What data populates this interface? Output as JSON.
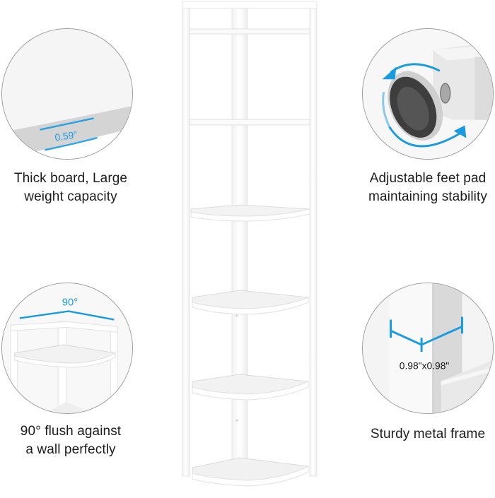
{
  "features": [
    {
      "id": "thick-board",
      "caption_line1": "Thick board, Large",
      "caption_line2": "weight capacity",
      "measurement": "0.59\"",
      "icon": "board-thickness-icon"
    },
    {
      "id": "adjustable-feet",
      "caption_line1": "Adjustable feet pad",
      "caption_line2": "maintaining stability",
      "icon": "rotate-arrows-icon"
    },
    {
      "id": "flush-wall",
      "caption_line1": "90° flush against",
      "caption_line2": "a wall perfectly",
      "measurement": "90°",
      "icon": "corner-angle-icon"
    },
    {
      "id": "metal-frame",
      "caption_line1": "Sturdy metal frame",
      "caption_line2": "",
      "measurement": "0.98\"x0.98\"",
      "icon": "frame-dimension-icon"
    }
  ],
  "product": {
    "name": "corner shelf",
    "shelf_count": 6,
    "color": "#ffffff"
  },
  "colors": {
    "accent_blue": "#1a9be0",
    "circle_border": "#9a9a9a",
    "text": "#1c1c1c",
    "background": "#ffffff"
  }
}
